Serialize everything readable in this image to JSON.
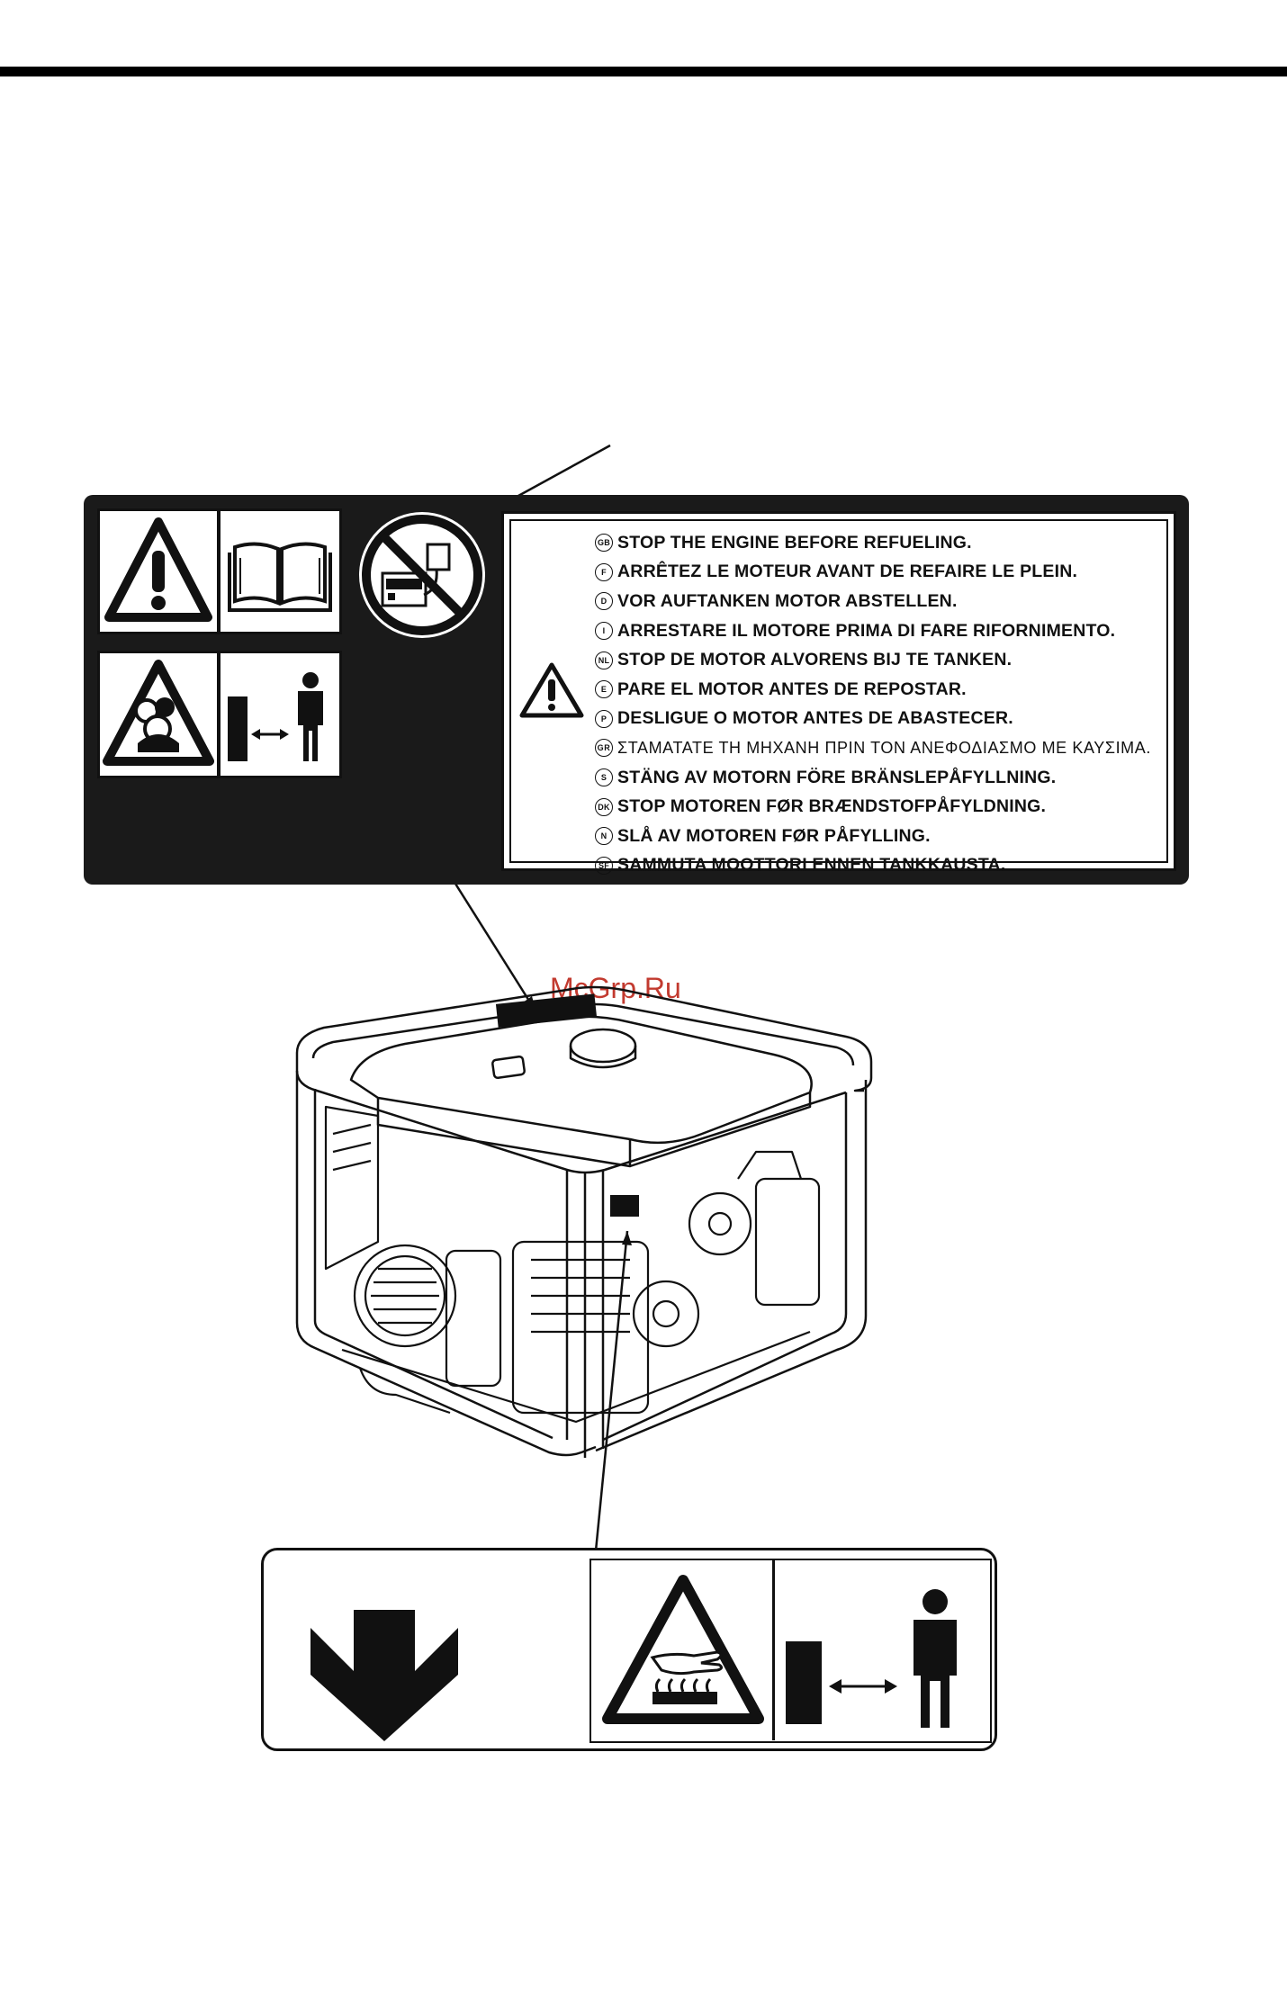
{
  "decal_top": {
    "warnings": [
      {
        "code": "GB",
        "text": "STOP THE ENGINE BEFORE REFUELING."
      },
      {
        "code": "F",
        "text": "ARRÊTEZ LE MOTEUR AVANT DE REFAIRE LE PLEIN."
      },
      {
        "code": "D",
        "text": "VOR AUFTANKEN MOTOR ABSTELLEN."
      },
      {
        "code": "I",
        "text": "ARRESTARE IL MOTORE PRIMA DI FARE RIFORNIMENTO."
      },
      {
        "code": "NL",
        "text": "STOP DE MOTOR ALVORENS BIJ TE TANKEN."
      },
      {
        "code": "E",
        "text": "PARE EL MOTOR ANTES DE REPOSTAR."
      },
      {
        "code": "P",
        "text": "DESLIGUE O MOTOR ANTES DE ABASTECER."
      },
      {
        "code": "GR",
        "text": "ΣΤΑΜΑΤΑΤΕ ΤΗ ΜΗΧΑΝΗ ΠΡΙΝ ΤΟΝ ΑΝΕΦΟΔΙΑΣΜΟ ΜΕ ΚΑΥΣΙΜΑ."
      },
      {
        "code": "S",
        "text": "STÄNG AV MOTORN FÖRE BRÄNSLEPÅFYLLNING."
      },
      {
        "code": "DK",
        "text": "STOP MOTOREN FØR BRÆNDSTOFPÅFYLDNING."
      },
      {
        "code": "N",
        "text": "SLÅ AV MOTOREN FØR PÅFYLLING."
      },
      {
        "code": "SF",
        "text": "SAMMUTA MOOTTORI ENNEN TANKKAUSTA."
      }
    ]
  },
  "watermark": "McGrp.Ru",
  "icons": [
    "warning-triangle-icon",
    "manual-book-icon",
    "exhaust-gas-warning-icon",
    "keep-distance-icon",
    "no-refuel-running-icon",
    "down-arrow-icon",
    "hot-surface-icon"
  ],
  "colors": {
    "ink": "#111111",
    "watermark": "#c23a2f",
    "decal_background": "#1a1a1a"
  }
}
